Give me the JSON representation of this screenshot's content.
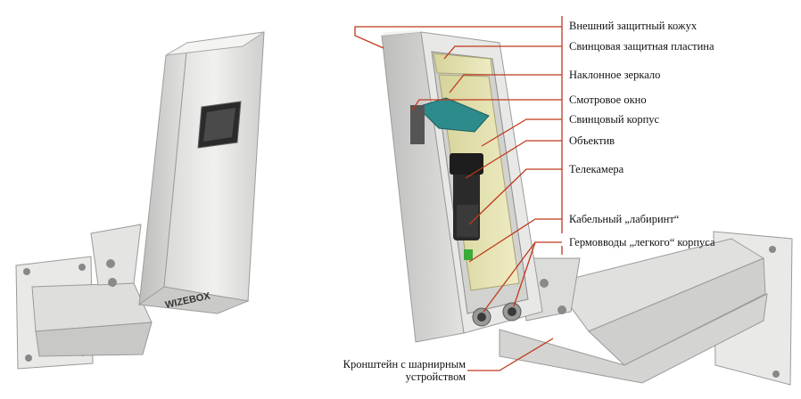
{
  "diagram": {
    "left_logo_text": "WIZEBOX",
    "callouts": [
      {
        "id": "outer-casing",
        "text": "Внешний защитный кожух"
      },
      {
        "id": "lead-plate",
        "text": "Свинцовая защитная пластина"
      },
      {
        "id": "tilted-mirror",
        "text": "Наклонное зеркало"
      },
      {
        "id": "viewing-window",
        "text": "Смотровое окно"
      },
      {
        "id": "lead-body",
        "text": "Свинцовый корпус"
      },
      {
        "id": "lens",
        "text": "Объектив"
      },
      {
        "id": "camera",
        "text": "Телекамера"
      },
      {
        "id": "cable-labyrinth",
        "text": "Кабельный „лабиринт“"
      },
      {
        "id": "cable-glands",
        "text": "Гермовводы „легкого“ корпуса"
      }
    ],
    "bottom_label": {
      "line1": "Кронштейн с шарнирным",
      "line2": "устройством"
    },
    "colors": {
      "leader_line": "#c0391b",
      "housing": "#e6e6e4",
      "lead": "#e6e3b3",
      "mirror": "#2e8b8b"
    }
  }
}
